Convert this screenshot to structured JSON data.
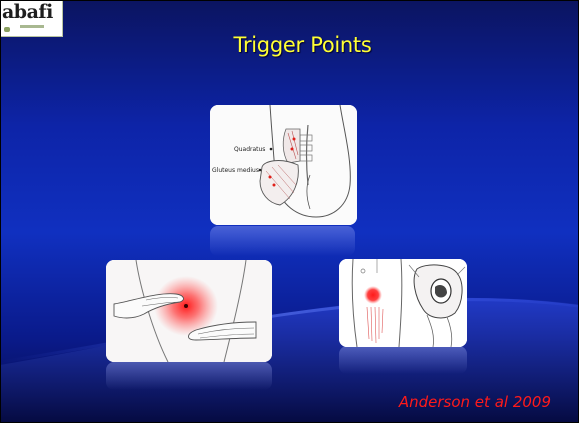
{
  "slide": {
    "logo": "abafi",
    "title": "Trigger Points",
    "citation": "Anderson et al 2009"
  },
  "figures": {
    "top": {
      "label_quadratus": "Quadratus",
      "label_gluteus": "Gluteus medius"
    }
  },
  "colors": {
    "title": "#ffff33",
    "citation": "#ff1a1a",
    "background": "#0d24a8",
    "trigger": "#e0201a"
  }
}
